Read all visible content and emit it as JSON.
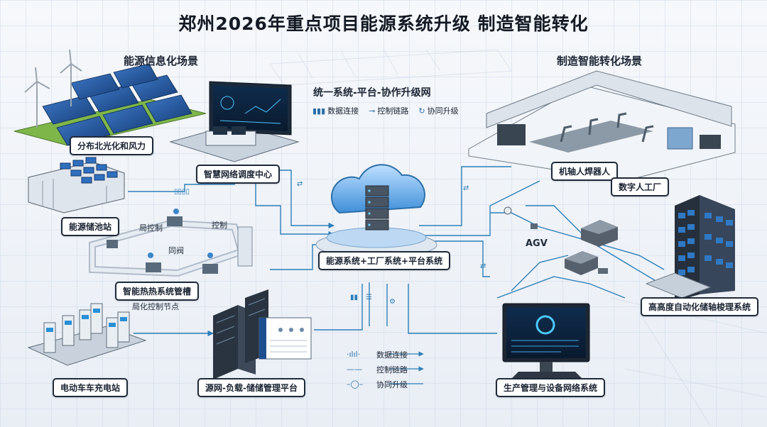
{
  "title": "郑州2026年重点项目能源系统升级  制造智能转化",
  "sections": {
    "left": "能源信息化场景",
    "right": "制造智能转化场景",
    "center": "统一系统-平台-协作升级网"
  },
  "legend_top": [
    {
      "icon": "bar-chart-icon",
      "label": "数据连接"
    },
    {
      "icon": "link-icon",
      "label": "控制链路"
    },
    {
      "icon": "sync-icon",
      "label": "协同升级"
    }
  ],
  "legend_bottom": [
    {
      "icon": "signal-icon",
      "label": "数据连接"
    },
    {
      "icon": "arrow-icon",
      "label": "控制链路"
    },
    {
      "icon": "node-icon",
      "label": "协同升级"
    }
  ],
  "nodes": {
    "solar_wind": "分布北光化和风力",
    "smart_grid": "智慧网络调度中心",
    "storage": "能源储池站",
    "thermal": "智能热热系统管槽",
    "thermal_sub": "局化控制节点",
    "ev": "电动车车充电站",
    "platform": "源网-负载-储储管理平台",
    "hub": "能源系统+工厂系统+平台系统",
    "welding": "机轴人焊器人",
    "digital": "数字人工厂",
    "agv": "AGV",
    "warehouse": "高高度自动化储轴梭理系统",
    "production": "生产管理与设备网络系统"
  },
  "pipe_labels": {
    "local_control": "局控制",
    "control": "控制",
    "valve": "同阀"
  },
  "colors": {
    "line": "#2d7fb8",
    "accent": "#3a86c8",
    "label_border": "#1f2a3a",
    "panel": "#1e5aa8"
  }
}
